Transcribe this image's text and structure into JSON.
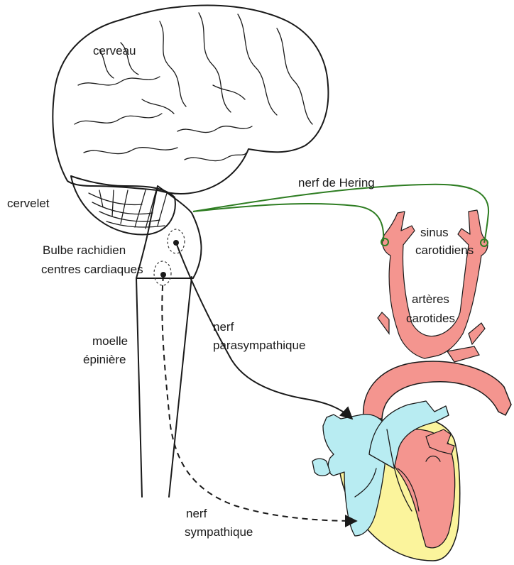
{
  "labels": {
    "cerveau": "cerveau",
    "cervelet": "cervelet",
    "bulbe_line1": "Bulbe rachidien",
    "bulbe_line2": "centres cardiaques",
    "moelle_line1": "moelle",
    "moelle_line2": "épinière",
    "nerf_hering": "nerf  de Hering",
    "sinus_line1": "sinus",
    "sinus_line2": "carotidiens",
    "arteres_line1": "artères",
    "arteres_line2": "carotides",
    "parasym_line1": "nerf",
    "parasym_line2": "parasympathique",
    "sym_line1": "nerf",
    "sym_line2": "sympathique"
  },
  "colors": {
    "artery": "#f4958f",
    "atrium": "#b8ecf2",
    "myocardium": "#fbf49c",
    "nerve_hering": "#2e7d22",
    "outline": "#1a1a1a"
  }
}
